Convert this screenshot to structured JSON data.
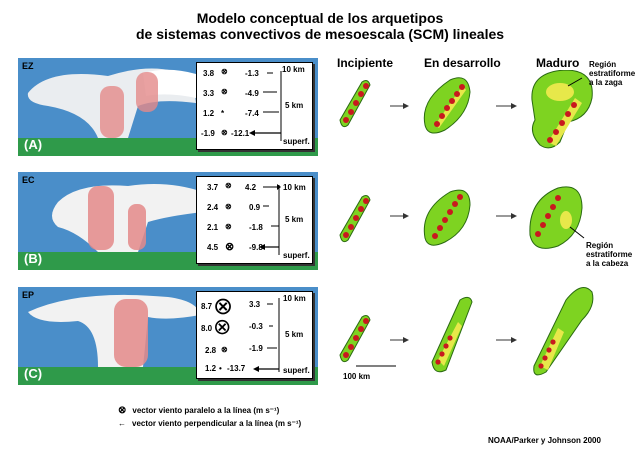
{
  "title": {
    "line1": "Modelo conceptual de los arquetipos",
    "line2": "de sistemas convectivos de mesoescala (SCM) lineales"
  },
  "columns": [
    "Incipiente",
    "En desarrollo",
    "Maduro"
  ],
  "panels": [
    {
      "tag": "EZ",
      "letter": "(A)",
      "parallel": [
        "3.8",
        "3.3",
        "1.2",
        "-1.9"
      ],
      "perp": [
        "-1.3",
        "-4.9",
        "-7.4",
        "-12.1"
      ],
      "levels": [
        "10 km",
        "5 km",
        "superf."
      ]
    },
    {
      "tag": "EC",
      "letter": "(B)",
      "parallel": [
        "3.7",
        "2.4",
        "2.1",
        "4.5"
      ],
      "perp": [
        "4.2",
        "0.9",
        "-1.8",
        "-9.8"
      ],
      "levels": [
        "10 km",
        "5 km",
        "superf."
      ]
    },
    {
      "tag": "EP",
      "letter": "(C)",
      "parallel": [
        "8.7",
        "8.0",
        "2.8",
        "1.2"
      ],
      "perp": [
        "3.3",
        "-0.3",
        "-1.9",
        "-13.7"
      ],
      "levels": [
        "10 km",
        "5 km",
        "superf."
      ]
    }
  ],
  "annotations": {
    "zaga": [
      "Región",
      "estratiforme",
      "a la zaga"
    ],
    "cabeza": [
      "Región",
      "estratiforme",
      "a la cabeza"
    ],
    "scale": "100 km"
  },
  "legend": {
    "parallel": "vector viento paralelo a la línea (m s⁻¹)",
    "perpendicular": "vector viento perpendicular a la línea (m s⁻¹)"
  },
  "credit": "NOAA/Parker y Johnson 2000",
  "colors": {
    "sky": "#4a8ec9",
    "ground": "#2f9a4a",
    "cloud": "#f2f2f2",
    "updraft": "#e48a8a",
    "stratiform": "#7ed321",
    "outline": "#2a6a12",
    "core": "#e7e84a",
    "cell": "#c8191e"
  }
}
